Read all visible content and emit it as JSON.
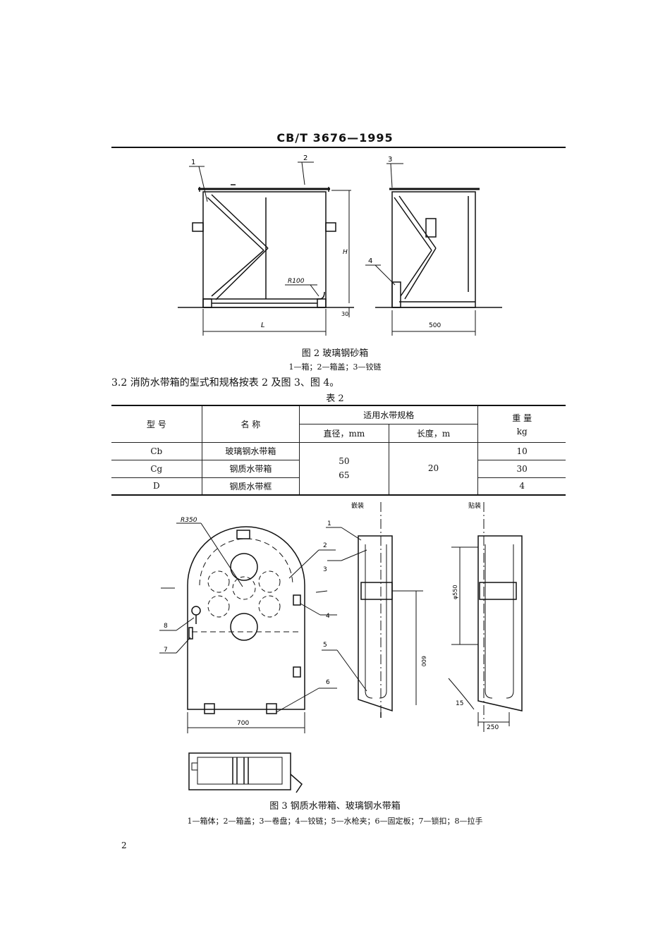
{
  "header": {
    "standard_no": "CB/T 3676—1995"
  },
  "figure2": {
    "caption": "图 2  玻璃钢砂箱",
    "legend": "1—箱；2—箱盖；3—铰链",
    "callouts": [
      "1",
      "2",
      "3",
      "4"
    ],
    "dims": {
      "radius": "R100",
      "height": "H",
      "base": "30",
      "length": "L",
      "width": "500"
    }
  },
  "section": {
    "text": "3.2  消防水带箱的型式和规格按表 2 及图 3、图 4。"
  },
  "table2": {
    "title": "表 2",
    "headers": {
      "model": "型    号",
      "name": "名    称",
      "spec_group": "适用水带规格",
      "diameter": "直径，mm",
      "length": "长度，m",
      "weight_top": "重    量",
      "weight_unit": "kg"
    },
    "rows": [
      {
        "model": "Cb",
        "name": "玻璃钢水带箱",
        "weight": "10"
      },
      {
        "model": "Cg",
        "name": "钢质水带箱",
        "weight": "30"
      },
      {
        "model": "D",
        "name": "钢质水带框",
        "weight": "4"
      }
    ],
    "diameters": [
      "50",
      "65"
    ],
    "length_value": "20"
  },
  "figure3": {
    "caption": "图 3  钢质水带箱、玻璃钢水带箱",
    "legend": "1—箱体；2—箱盖；3—卷盘；4—铰链；5—水枪夹；6—固定板；7—锁扣；8—拉手",
    "labels": {
      "embedded": "嵌装",
      "surface": "贴装"
    },
    "callouts": [
      "1",
      "2",
      "3",
      "4",
      "5",
      "6",
      "7",
      "8"
    ],
    "dims": {
      "radius": "R350",
      "width": "700",
      "height": "600",
      "diameter": "φ550",
      "angle": "15",
      "depth": "250"
    }
  },
  "footer": {
    "page_number": "2"
  }
}
